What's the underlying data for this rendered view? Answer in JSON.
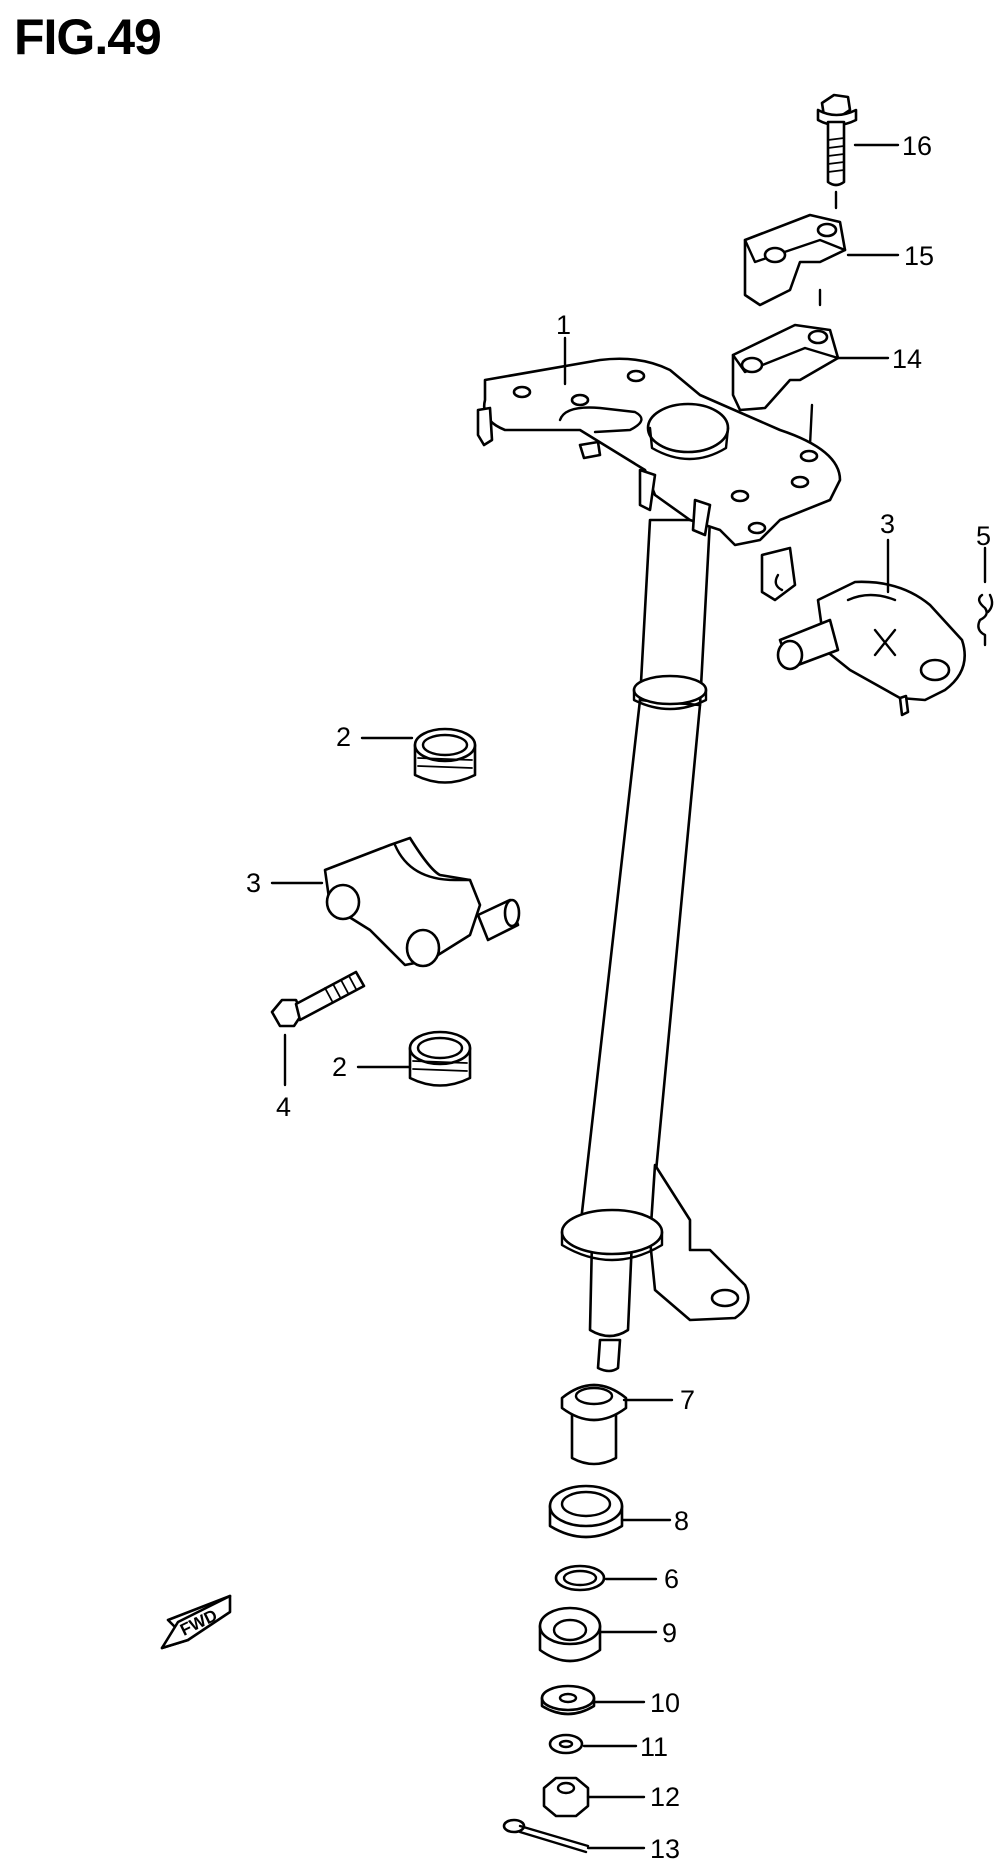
{
  "figure": {
    "title": "FIG.49"
  },
  "fwd_marker": {
    "text": "FWD"
  },
  "callouts": {
    "c1": "1",
    "c2a": "2",
    "c2b": "2",
    "c3a": "3",
    "c3b": "3",
    "c4": "4",
    "c5": "5",
    "c6": "6",
    "c7": "7",
    "c8": "8",
    "c9": "9",
    "c10": "10",
    "c11": "11",
    "c12": "12",
    "c13": "13",
    "c14": "14",
    "c15": "15",
    "c16": "16"
  }
}
